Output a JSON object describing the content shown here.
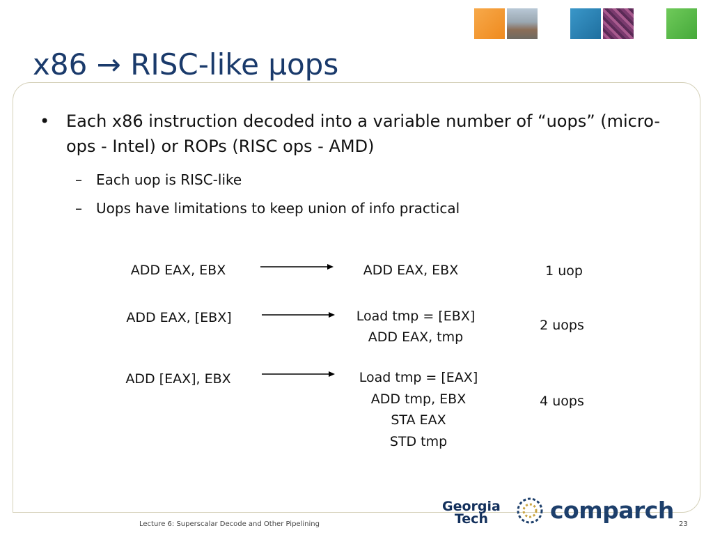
{
  "slide": {
    "title": "x86 → RISC-like μops",
    "bullet": "Each x86 instruction decoded into a variable number of “uops” (micro-ops - Intel) or ROPs (RISC ops - AMD)",
    "subbullets": [
      "Each uop is RISC-like",
      "Uops have limitations to keep union of info practical"
    ]
  },
  "rows": [
    {
      "instr": "ADD EAX, EBX",
      "uops": [
        "ADD EAX, EBX"
      ],
      "count": "1 uop"
    },
    {
      "instr": "ADD EAX, [EBX]",
      "uops": [
        "Load tmp = [EBX]",
        "ADD EAX, tmp"
      ],
      "count": "2 uops"
    },
    {
      "instr": "ADD [EAX], EBX",
      "uops": [
        "Load tmp = [EAX]",
        "ADD tmp, EBX",
        "STA EAX",
        "STD tmp"
      ],
      "count": "4 uops"
    }
  ],
  "footer": {
    "lecture": "Lecture 6: Superscalar Decode and Other Pipelining",
    "page": "23"
  },
  "logos": {
    "gt_line1": "Georgia",
    "gt_line2": "Tech",
    "comparch": "comparch"
  },
  "colors": {
    "title": "#1a3a6b",
    "logo_navy": "#13305c"
  }
}
